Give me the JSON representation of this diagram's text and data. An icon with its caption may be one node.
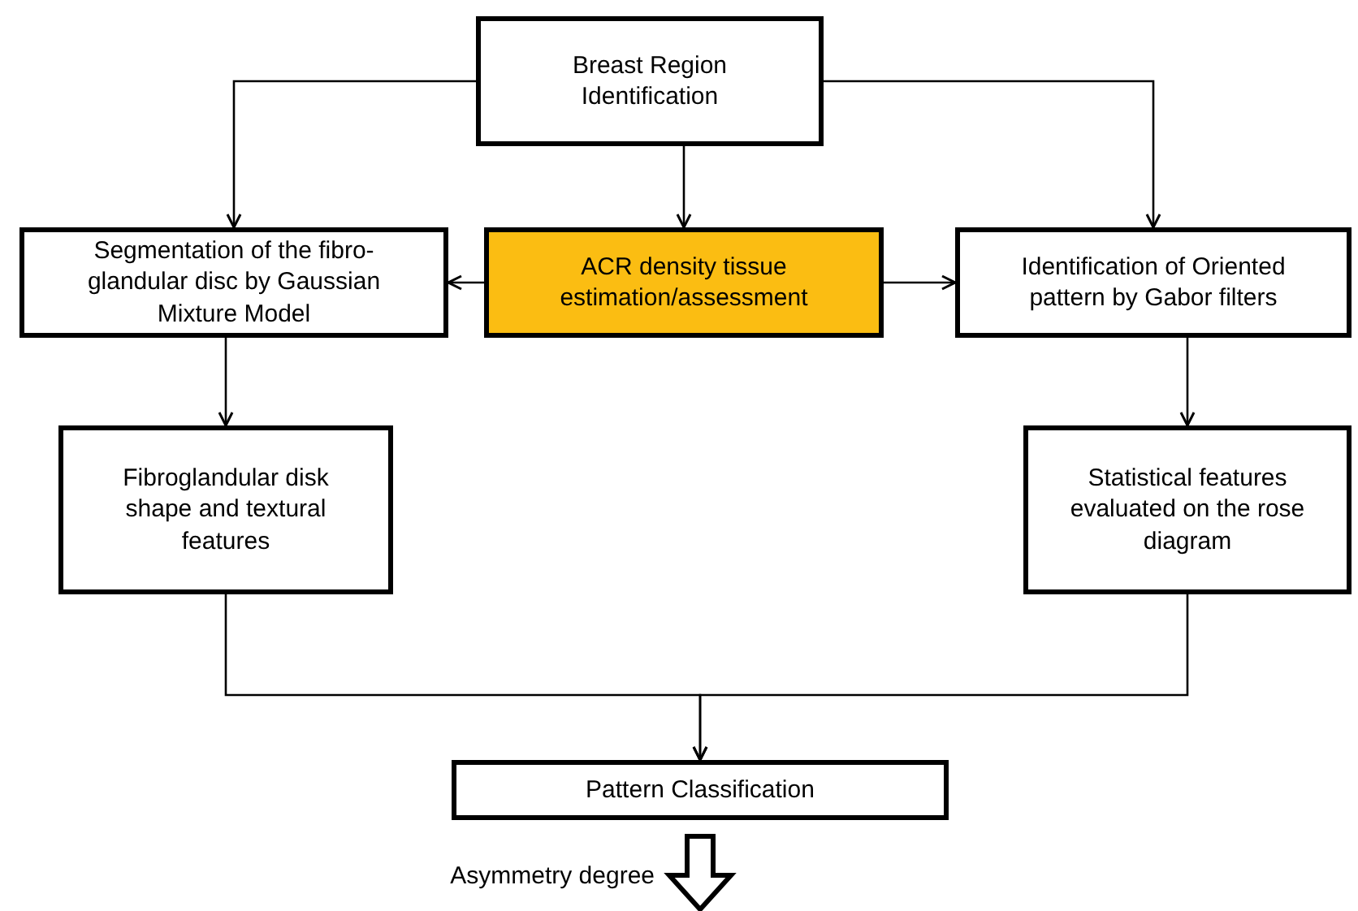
{
  "diagram": {
    "nodes": [
      {
        "text": [
          "Breast Region Identification"
        ]
      },
      {
        "text": [
          "Segmentation of the fibro-glandular disc by Gaussian Mixture Model"
        ]
      },
      {
        "text": [
          "ACR density tissue estimation/assessment"
        ]
      },
      {
        "text": [
          "Identification of Oriented pattern by Gabor filters"
        ]
      },
      {
        "text": [
          "Fibroglandular disk shape and textural features"
        ]
      },
      {
        "text": [
          "Statistical features evaluated on the rose diagram"
        ]
      },
      {
        "text": [
          "Pattern Classification"
        ]
      }
    ],
    "edges": [
      {
        "from": 0,
        "to": 1,
        "arrow": "to"
      },
      {
        "from": 0,
        "to": 2,
        "arrow": "to"
      },
      {
        "from": 0,
        "to": 3,
        "arrow": "to"
      },
      {
        "from": 2,
        "to": 1,
        "arrow": "to"
      },
      {
        "from": 2,
        "to": 3,
        "arrow": "to"
      },
      {
        "from": 1,
        "to": 4,
        "arrow": "to"
      },
      {
        "from": 3,
        "to": 5,
        "arrow": "to"
      },
      {
        "from": 4,
        "to": 6,
        "arrow": "to"
      },
      {
        "from": 5,
        "to": 6,
        "arrow": "to"
      },
      {
        "from": 6,
        "to": null,
        "arrow": "to",
        "label": "Asymmetry degree"
      }
    ]
  }
}
